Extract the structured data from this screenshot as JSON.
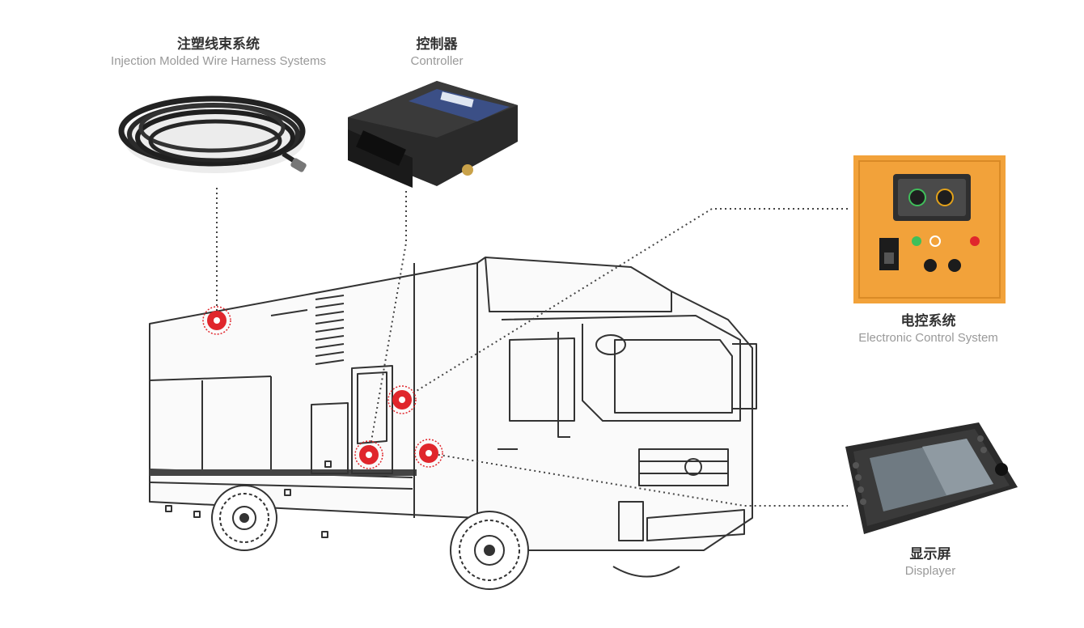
{
  "components": [
    {
      "id": "harness",
      "zh": "注塑线束系统",
      "en": "Injection Molded Wire Harness Systems"
    },
    {
      "id": "controller",
      "zh": "控制器",
      "en": "Controller"
    },
    {
      "id": "ecs",
      "zh": "电控系统",
      "en": "Electronic Control System"
    },
    {
      "id": "display",
      "zh": "显示屏",
      "en": "Displayer"
    }
  ],
  "colors": {
    "accent": "#e0262c",
    "panel_orange": "#f2a23a",
    "line": "#444444",
    "truck_stroke": "#333333"
  }
}
